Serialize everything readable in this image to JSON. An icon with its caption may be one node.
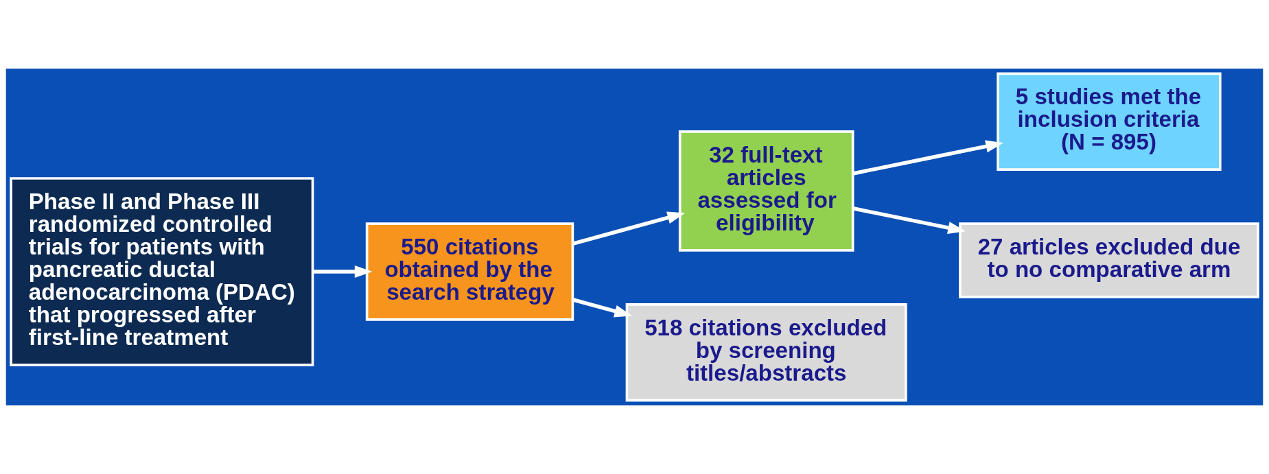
{
  "diagram": {
    "nodes": [
      {
        "text": [
          "Phase II and Phase III randomized controlled trials for patients with pancreatic ductal adenocarcinoma (PDAC) that progressed after first-line treatment"
        ]
      },
      {
        "text": [
          "550 citations obtained by the search strategy"
        ]
      },
      {
        "text": [
          "32 full-text articles assessed for eligibility"
        ]
      },
      {
        "text": [
          "5 studies met the inclusion criteria (N = 895)"
        ]
      },
      {
        "text": [
          "518 citations excluded by screening titles/abstracts"
        ]
      },
      {
        "text": [
          "27 articles excluded due to no comparative arm"
        ]
      }
    ],
    "edges": [
      {
        "from": 0,
        "to": 1,
        "arrow": "to"
      },
      {
        "from": 1,
        "to": 2,
        "arrow": "to"
      },
      {
        "from": 1,
        "to": 4,
        "arrow": "to"
      },
      {
        "from": 2,
        "to": 3,
        "arrow": "to"
      },
      {
        "from": 2,
        "to": 5,
        "arrow": "to"
      }
    ]
  }
}
